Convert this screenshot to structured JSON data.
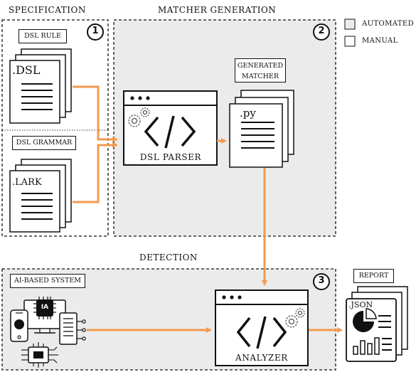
{
  "sections": {
    "specification": "SPECIFICATION",
    "matcher_generation": "MATCHER GENERATION",
    "detection": "DETECTION"
  },
  "legend": {
    "automated": "AUTOMATED",
    "manual": "MANUAL"
  },
  "steps": [
    "1",
    "2",
    "3"
  ],
  "spec": {
    "dsl_rule": "DSL RULE",
    "dsl_ext": ".DSL",
    "dsl_grammar": "DSL GRAMMAR",
    "lark_ext": ".LARK"
  },
  "generation": {
    "parser": "DSL PARSER",
    "generated_matcher": "GENERATED MATCHER",
    "py_ext": ".py"
  },
  "detection": {
    "ai_system": "AI-BASED SYSTEM",
    "analyzer": "ANALYZER",
    "report": "REPORT",
    "json_ext": ".JSON",
    "ia_chip": "IA"
  },
  "colors": {
    "arrow": "#f39a4f",
    "automated_fill": "#ebebeb",
    "border": "#111111"
  }
}
